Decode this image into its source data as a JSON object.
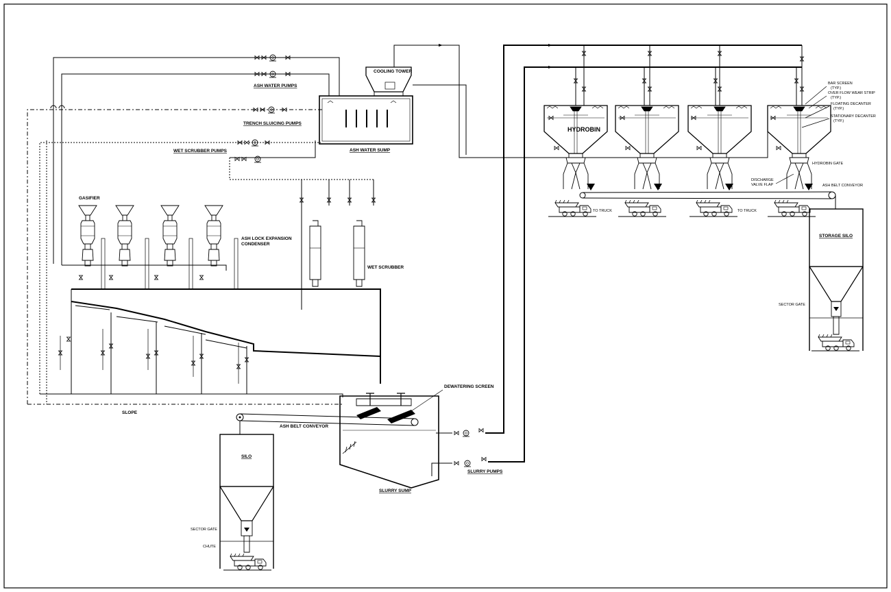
{
  "labels": {
    "ash_water_pumps": "ASH WATER PUMPS",
    "trench_sluicing_pumps": "TRENCH SLUICING PUMPS",
    "wet_scrubber_pumps": "WET SCRUBBER PUMPS",
    "cooling_tower": "COOLING TOWER",
    "ash_water_sump": "ASH WATER SUMP",
    "gasifier": "GASIFIER",
    "ash_lock_line1": "ASH LOCK EXPANSION",
    "ash_lock_line2": "CONDENSER",
    "wet_scrubber": "WET SCRUBBER",
    "slope": "SLOPE",
    "ash_belt_conveyor_lower": "ASH BELT CONVEYOR",
    "dewatering_screen": "DEWATERING SCREEN",
    "slurry_sump": "SLURRY SUMP",
    "slurry_pumps": "SLURRY PUMPS",
    "silo": "SILO",
    "sector_gate_lower": "SECTOR GATE",
    "chute": "CHUTE",
    "hydrobin": "HYDROBIN",
    "bar_screen": "BAR SCREEN",
    "bar_screen_typ": "(TYP.)",
    "overflow_wear_strip": "OVER FLOW WEAR STRIP",
    "overflow_typ": "(TYP.)",
    "floating_decanter": "FLOATING DECANTER",
    "floating_typ": "(TYP.)",
    "stationary_decanter": "STATIONARY DECANTER",
    "stationary_typ": "(TYP.)",
    "hydrobin_gate": "HYDROBIN GATE",
    "discharge_line1": "DISCHARGE",
    "discharge_line2": "VALVE FLAP",
    "ash_belt_conveyor_upper": "ASH BELT CONVEYOR",
    "to_truck_1": "TO TRUCK",
    "to_truck_2": "TO TRUCK",
    "storage_silo": "STORAGE SILO",
    "sector_gate_upper": "SECTOR GATE"
  }
}
